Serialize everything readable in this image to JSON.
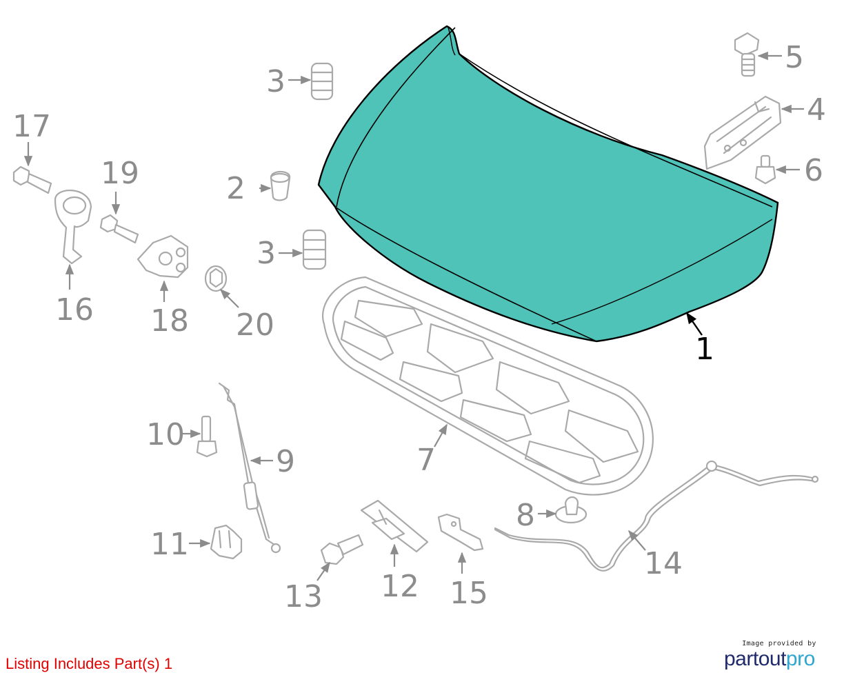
{
  "callouts": {
    "c1": "1",
    "c2": "2",
    "c3a": "3",
    "c3b": "3",
    "c4": "4",
    "c5": "5",
    "c6": "6",
    "c7": "7",
    "c8": "8",
    "c9": "9",
    "c10": "10",
    "c11": "11",
    "c12": "12",
    "c13": "13",
    "c14": "14",
    "c15": "15",
    "c16": "16",
    "c17": "17",
    "c18": "18",
    "c19": "19",
    "c20": "20"
  },
  "highlight_color": "#4FC3B7",
  "listing_text": "Listing Includes Part(s) 1",
  "credit": {
    "provided_by": "Image provided by",
    "brand_part1": "partout",
    "brand_part2": "pro"
  }
}
